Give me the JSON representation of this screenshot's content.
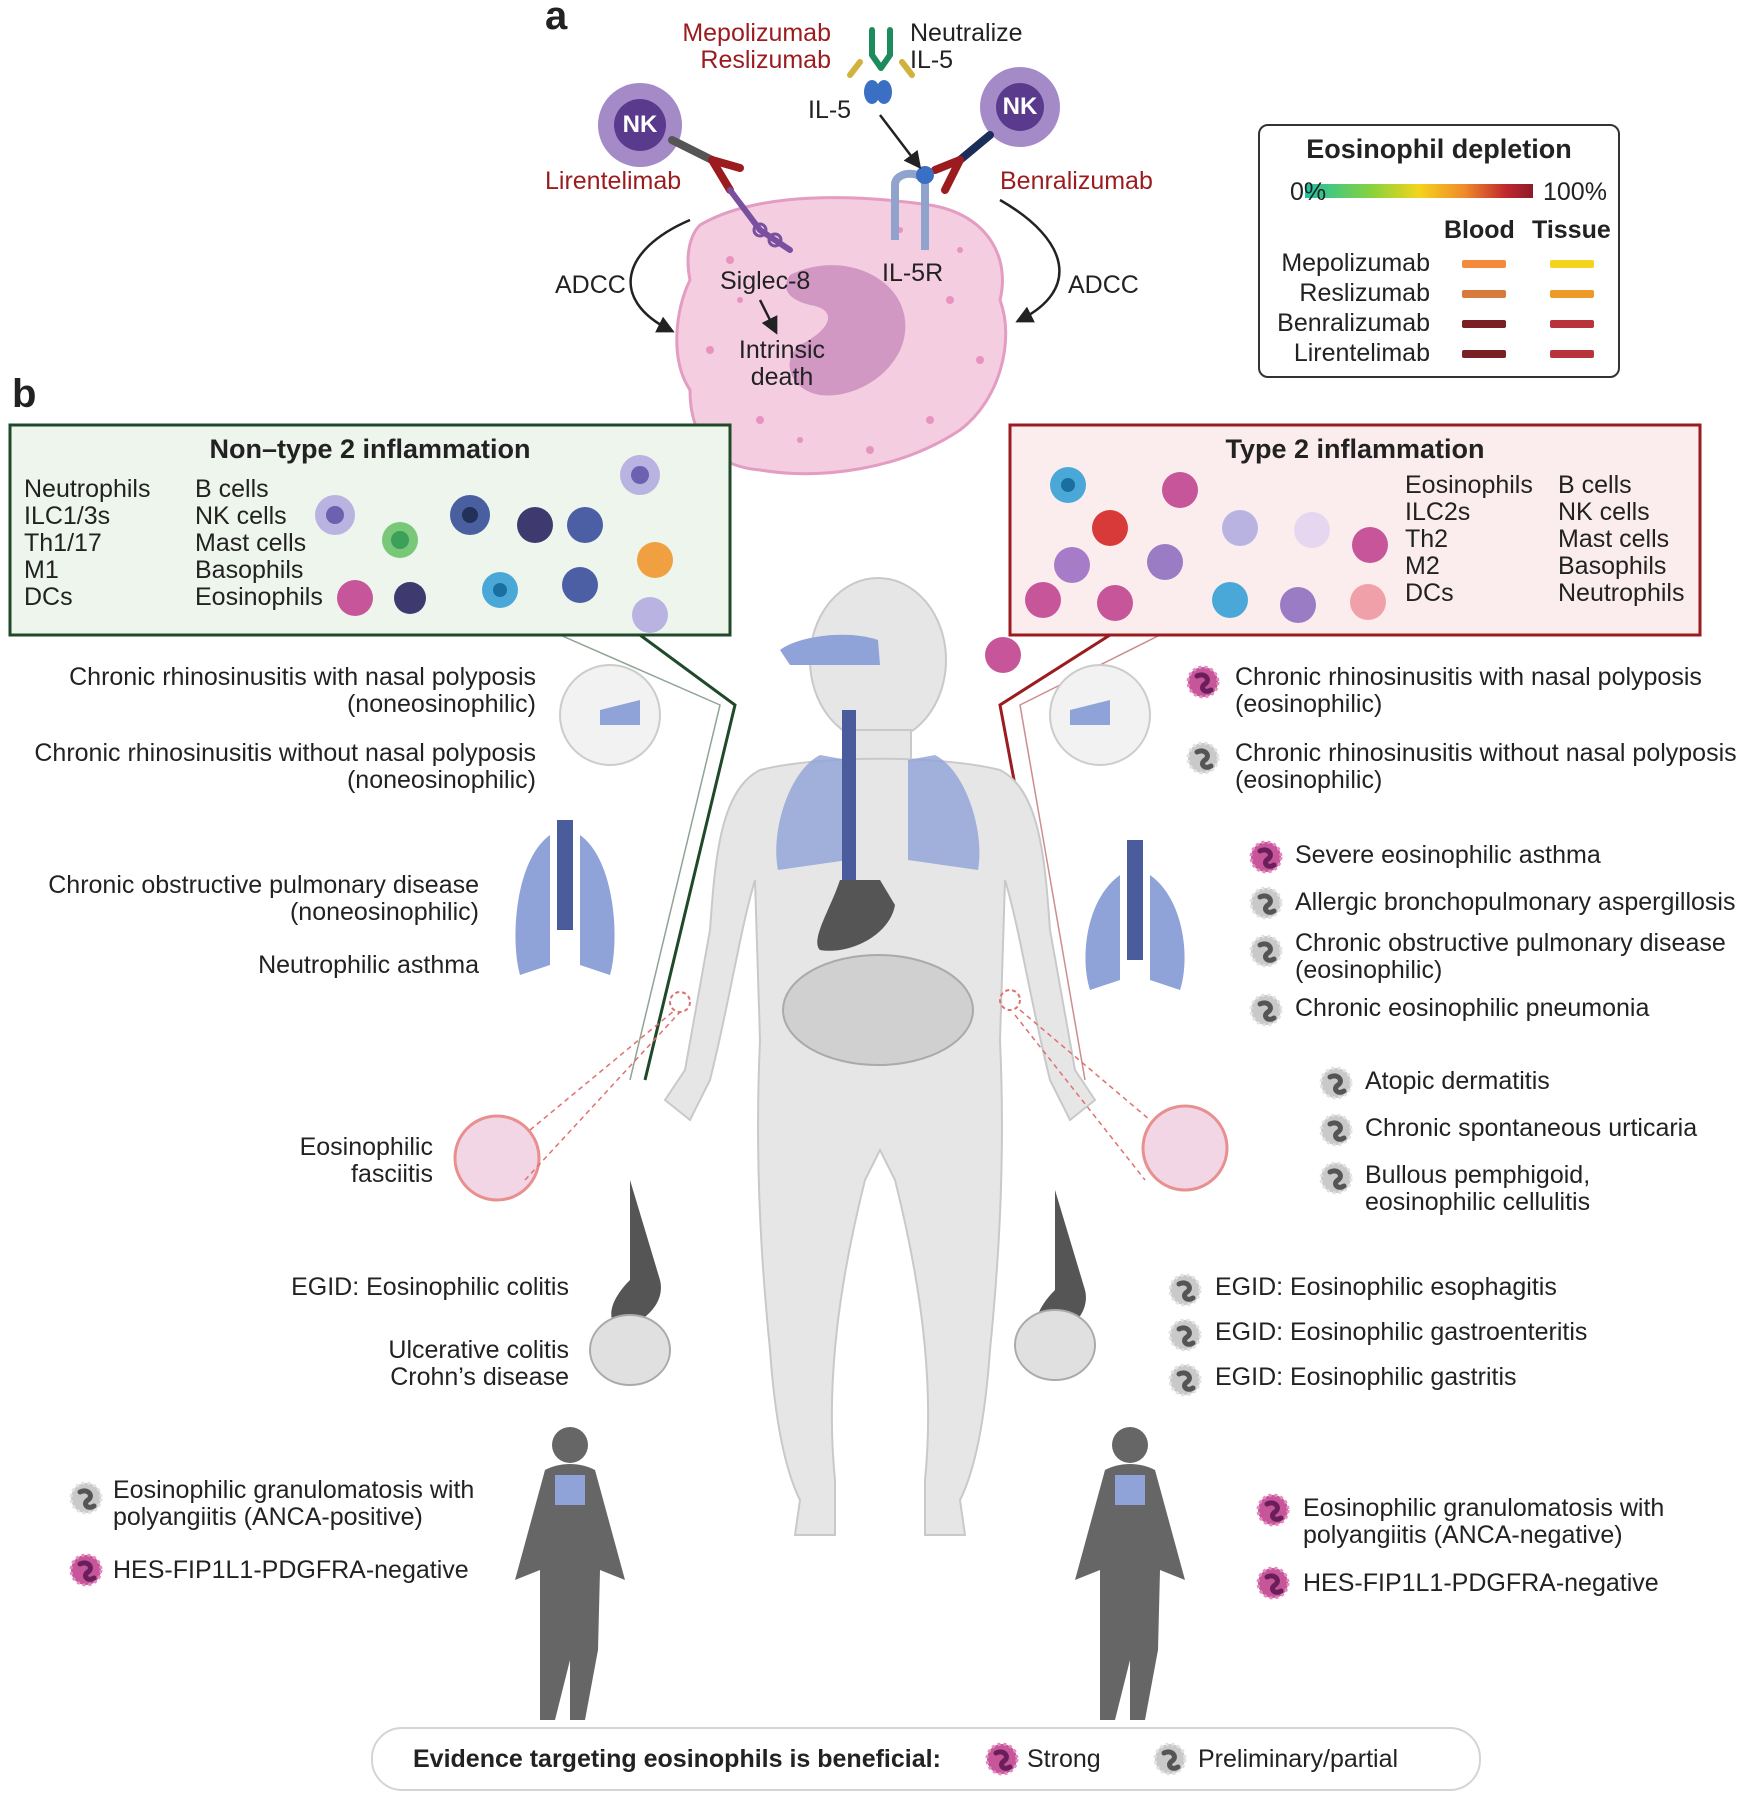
{
  "panel_a": {
    "letter": "a",
    "drugs_il5": [
      "Mepolizumab",
      "Reslizumab"
    ],
    "neutralize": [
      "Neutralize",
      "IL-5"
    ],
    "il5": "IL-5",
    "nk_left": "NK",
    "nk_right": "NK",
    "lirentelimab": "Lirentelimab",
    "benralizumab": "Benralizumab",
    "adcc_left": "ADCC",
    "adcc_right": "ADCC",
    "siglec8": "Siglec-8",
    "il5r": "IL-5R",
    "intrinsic_death": [
      "Intrinsic",
      "death"
    ]
  },
  "depletion_legend": {
    "title": "Eosinophil depletion",
    "min": "0%",
    "max": "100%",
    "col_blood": "Blood",
    "col_tissue": "Tissue",
    "rows": [
      {
        "drug": "Mepolizumab",
        "blood_color": "#f58a3c",
        "tissue_color": "#f4d41c"
      },
      {
        "drug": "Reslizumab",
        "blood_color": "#d77a3c",
        "tissue_color": "#ee9a2a"
      },
      {
        "drug": "Benralizumab",
        "blood_color": "#7a1f24",
        "tissue_color": "#b8343a"
      },
      {
        "drug": "Lirentelimab",
        "blood_color": "#7a1f24",
        "tissue_color": "#b8343a"
      }
    ],
    "gradient": [
      "#1ec1a4",
      "#8bd23c",
      "#f4d41c",
      "#f08a2c",
      "#c0282e",
      "#8c1b2a"
    ]
  },
  "panel_b": {
    "letter": "b",
    "non_type2": {
      "title": "Non–type 2 inflammation",
      "col1": [
        "Neutrophils",
        "ILC1/3s",
        "Th1/17",
        "M1",
        "DCs"
      ],
      "col2": [
        "B cells",
        "NK cells",
        "Mast cells",
        "Basophils",
        "Eosinophils"
      ],
      "colors": {
        "border": "#1f4a2a",
        "fill": "#eef5ec"
      }
    },
    "type2": {
      "title": "Type 2 inflammation",
      "col1": [
        "Eosinophils",
        "ILC2s",
        "Th2",
        "M2",
        "DCs"
      ],
      "col2": [
        "B cells",
        "NK cells",
        "Mast cells",
        "Basophils",
        "Neutrophils"
      ],
      "colors": {
        "border": "#9b1b1f",
        "fill": "#fbeced"
      }
    },
    "left_items": [
      {
        "lines": [
          "Chronic rhinosinusitis with nasal polyposis",
          "(noneosinophilic)"
        ]
      },
      {
        "lines": [
          "Chronic rhinosinusitis without nasal polyposis",
          "(noneosinophilic)"
        ]
      },
      {
        "lines": [
          "Chronic obstructive pulmonary disease",
          "(noneosinophilic)"
        ]
      },
      {
        "lines": [
          "Neutrophilic asthma"
        ]
      },
      {
        "lines": [
          "Eosinophilic",
          "fasciitis"
        ]
      },
      {
        "lines": [
          "EGID: Eosinophilic colitis"
        ]
      },
      {
        "lines": [
          "Ulcerative colitis",
          "Crohn’s disease"
        ]
      },
      {
        "lines": [
          "Eosinophilic granulomatosis with",
          "polyangiitis (ANCA-positive)"
        ],
        "evidence": "preliminary"
      },
      {
        "lines": [
          "HES-FIP1L1-PDGFRA-negative"
        ],
        "evidence": "strong"
      }
    ],
    "right_items": [
      {
        "lines": [
          "Chronic rhinosinusitis with nasal polyposis",
          "(eosinophilic)"
        ],
        "evidence": "strong"
      },
      {
        "lines": [
          "Chronic rhinosinusitis without nasal polyposis",
          "(eosinophilic)"
        ],
        "evidence": "preliminary"
      },
      {
        "lines": [
          "Severe eosinophilic asthma"
        ],
        "evidence": "strong"
      },
      {
        "lines": [
          "Allergic bronchopulmonary aspergillosis"
        ],
        "evidence": "preliminary"
      },
      {
        "lines": [
          "Chronic obstructive pulmonary disease",
          "(eosinophilic)"
        ],
        "evidence": "preliminary"
      },
      {
        "lines": [
          "Chronic eosinophilic pneumonia"
        ],
        "evidence": "preliminary"
      },
      {
        "lines": [
          "Atopic dermatitis"
        ],
        "evidence": "preliminary"
      },
      {
        "lines": [
          "Chronic spontaneous urticaria"
        ],
        "evidence": "preliminary"
      },
      {
        "lines": [
          "Bullous pemphigoid,",
          "eosinophilic cellulitis"
        ],
        "evidence": "preliminary"
      },
      {
        "lines": [
          "EGID: Eosinophilic esophagitis"
        ],
        "evidence": "preliminary"
      },
      {
        "lines": [
          "EGID: Eosinophilic gastroenteritis"
        ],
        "evidence": "preliminary"
      },
      {
        "lines": [
          "EGID: Eosinophilic gastritis"
        ],
        "evidence": "preliminary"
      },
      {
        "lines": [
          "Eosinophilic granulomatosis with",
          "polyangiitis (ANCA-negative)"
        ],
        "evidence": "strong"
      },
      {
        "lines": [
          "HES-FIP1L1-PDGFRA-negative"
        ],
        "evidence": "strong"
      }
    ]
  },
  "evidence_legend": {
    "label": "Evidence targeting eosinophils is beneficial:",
    "strong": "Strong",
    "preliminary": "Preliminary/partial"
  }
}
